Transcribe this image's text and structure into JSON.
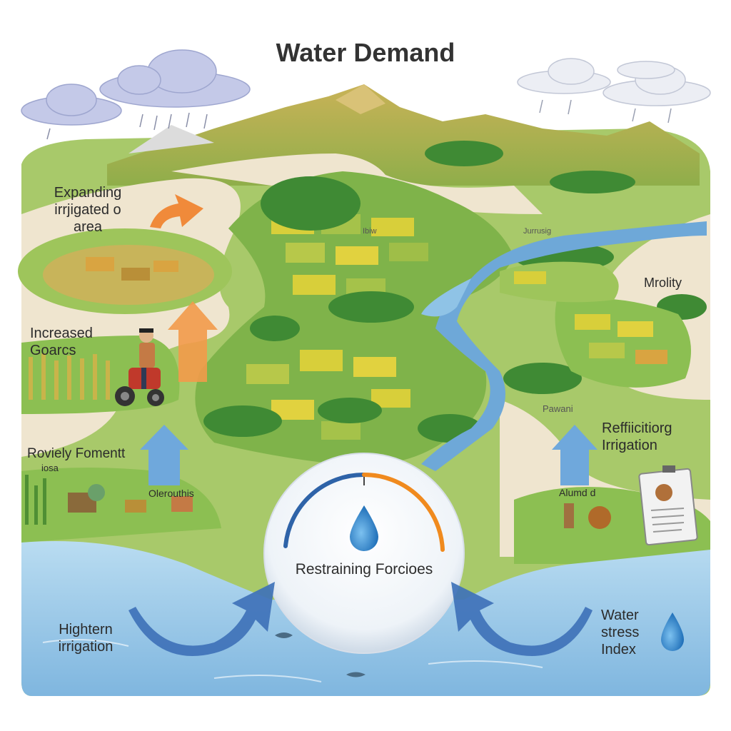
{
  "title": "Water Demand",
  "labels": {
    "expanding": [
      "Expanding",
      "irrjigated o",
      "area"
    ],
    "increased": [
      "Increased",
      "Goarcs"
    ],
    "roviely": [
      "Roviely Fomentt",
      "iosa"
    ],
    "olerom": "Olerouthis",
    "hightern": [
      "Hightern",
      "irrigation"
    ],
    "mrolity": "Mrolity",
    "refficitiong": [
      "Reffiicitiorg",
      "Irrigation"
    ],
    "alumd": "Alumd d",
    "water_stress": [
      "Water",
      "stress",
      "Index"
    ],
    "restraining": "Restraining Forcioes",
    "field_marks": [
      "Ibiw",
      "Jurrusig",
      "Pawani"
    ]
  },
  "icons": [
    "cloud-icon",
    "mountain-icon",
    "river-icon",
    "farmer-on-tractor-icon",
    "water-drop-icon",
    "gauge-icon",
    "document-clipboard-icon",
    "arrow-up-icon",
    "arrow-curved-icon"
  ],
  "colors": {
    "arrow_orange": "#f08a3a",
    "arrow_blue": "#5b9bd5",
    "curved_arrow_blue": "#3f72b8",
    "water": "#8fc3e6",
    "field_green": "#7fb34a",
    "field_yellow": "#d8cf3a",
    "sand": "#efe5cf",
    "gauge_blue": "#2e63a8",
    "gauge_orange": "#f08a1e"
  }
}
